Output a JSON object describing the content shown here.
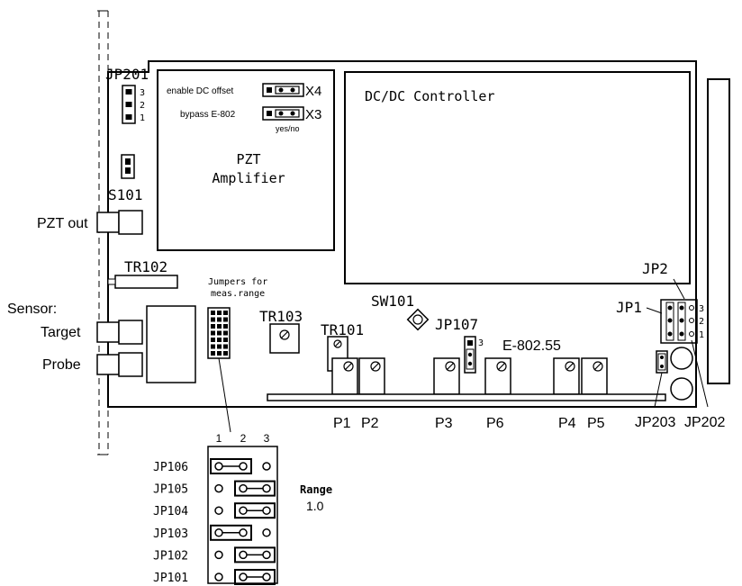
{
  "labels": {
    "jp201": "JP201",
    "pin3": "3",
    "pin2": "2",
    "pin1": "1",
    "enable_dc_offset": "enable DC offset",
    "x4": "X4",
    "bypass_e802": "bypass E-802",
    "x3": "X3",
    "yes_no": "yes/no",
    "pzt_amp_line1": "PZT",
    "pzt_amp_line2": "Amplifier",
    "dc_controller": "DC/DC Controller",
    "s101": "S101",
    "pzt_out": "PZT out",
    "tr102": "TR102",
    "jumpers_line1": "Jumpers for",
    "jumpers_line2": "meas.range",
    "sensor": "Sensor:",
    "target": "Target",
    "probe": "Probe",
    "tr103": "TR103",
    "sw101": "SW101",
    "tr101": "TR101",
    "jp107": "JP107",
    "jp107_pin": "3",
    "e802": "E-802.55",
    "jp2": "JP2",
    "jp1": "JP1",
    "jp1_pin3": "3",
    "jp1_pin2": "2",
    "jp1_pin1": "1",
    "p1": "P1",
    "p2": "P2",
    "p3": "P3",
    "p6": "P6",
    "p4": "P4",
    "p5": "P5",
    "jp203": "JP203",
    "jp202": "JP202"
  },
  "range_table": {
    "col_headers": [
      "1",
      "2",
      "3"
    ],
    "rows": [
      {
        "name": "JP106",
        "pos": "1-2"
      },
      {
        "name": "JP105",
        "pos": "2-3"
      },
      {
        "name": "JP104",
        "pos": "2-3"
      },
      {
        "name": "JP103",
        "pos": "1-2"
      },
      {
        "name": "JP102",
        "pos": "2-3"
      },
      {
        "name": "JP101",
        "pos": "2-3"
      }
    ],
    "range_label": "Range",
    "range_value": "1.0"
  }
}
